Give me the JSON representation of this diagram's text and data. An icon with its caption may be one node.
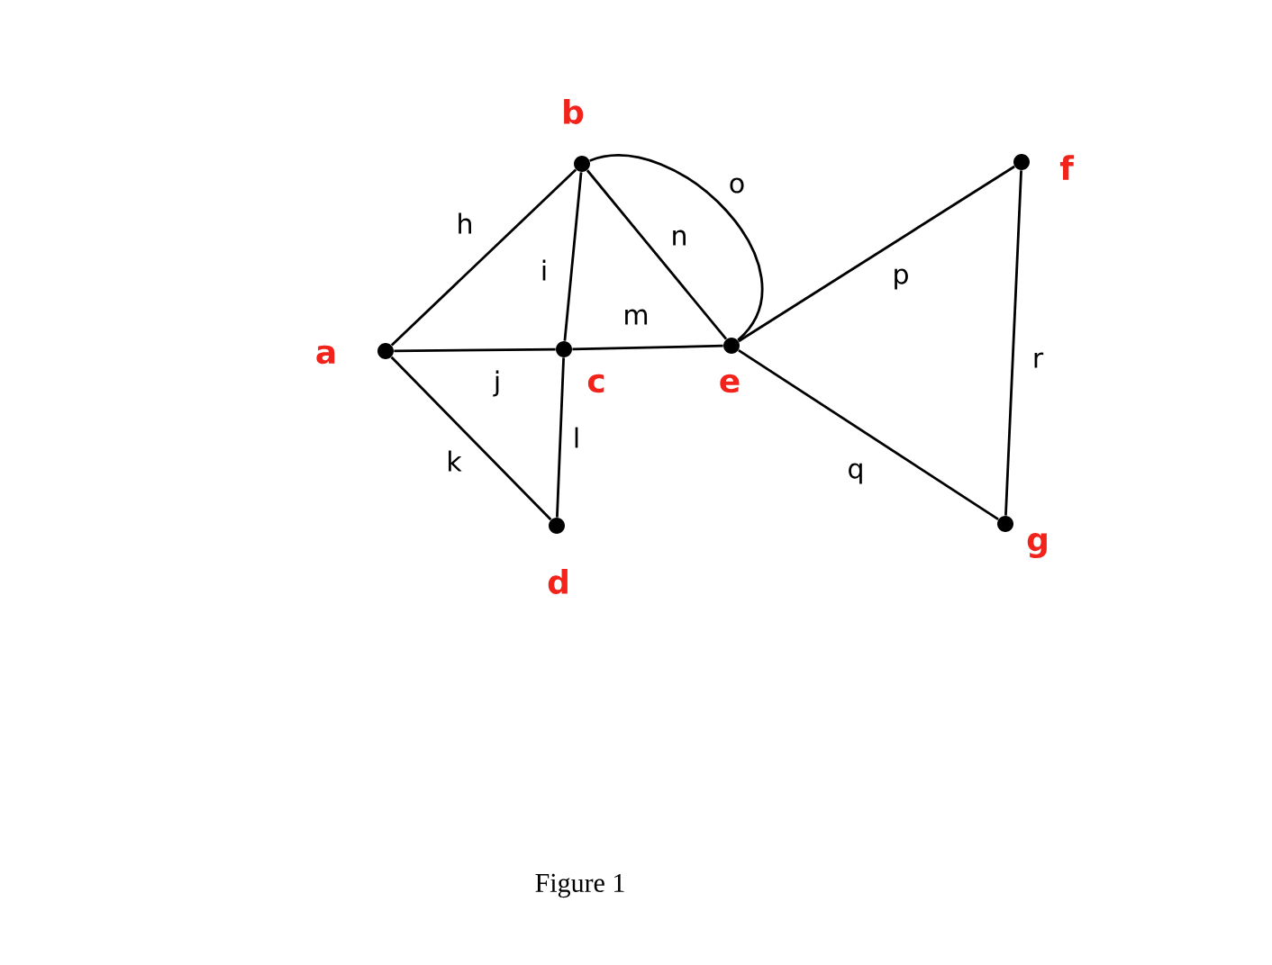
{
  "diagram": {
    "caption": "Figure 1",
    "nodes": [
      {
        "text": [],
        "shape": "circle",
        "beside": [
          "a"
        ]
      },
      {
        "text": [],
        "shape": "circle",
        "beside": [
          "b"
        ]
      },
      {
        "text": [],
        "shape": "circle",
        "beside": [
          "c"
        ]
      },
      {
        "text": [],
        "shape": "circle",
        "beside": [
          "d"
        ]
      },
      {
        "text": [],
        "shape": "circle",
        "beside": [
          "e"
        ]
      },
      {
        "text": [],
        "shape": "circle",
        "beside": [
          "f"
        ]
      },
      {
        "text": [],
        "shape": "circle",
        "beside": [
          "g"
        ]
      }
    ],
    "edges": [
      {
        "from": 0,
        "to": 1,
        "arrow": "none",
        "label": "h"
      },
      {
        "from": 1,
        "to": 2,
        "arrow": "none",
        "label": "i"
      },
      {
        "from": 0,
        "to": 2,
        "arrow": "none",
        "label": "j"
      },
      {
        "from": 0,
        "to": 3,
        "arrow": "none",
        "label": "k"
      },
      {
        "from": 2,
        "to": 3,
        "arrow": "none",
        "label": "l"
      },
      {
        "from": 2,
        "to": 4,
        "arrow": "none",
        "label": "m"
      },
      {
        "from": 1,
        "to": 4,
        "arrow": "none",
        "label": "n"
      },
      {
        "from": 1,
        "to": 4,
        "arrow": "none",
        "label": "o"
      },
      {
        "from": 4,
        "to": 5,
        "arrow": "none",
        "label": "p"
      },
      {
        "from": 4,
        "to": 6,
        "arrow": "none",
        "label": "q"
      },
      {
        "from": 5,
        "to": 6,
        "arrow": "none",
        "label": "r"
      }
    ]
  }
}
